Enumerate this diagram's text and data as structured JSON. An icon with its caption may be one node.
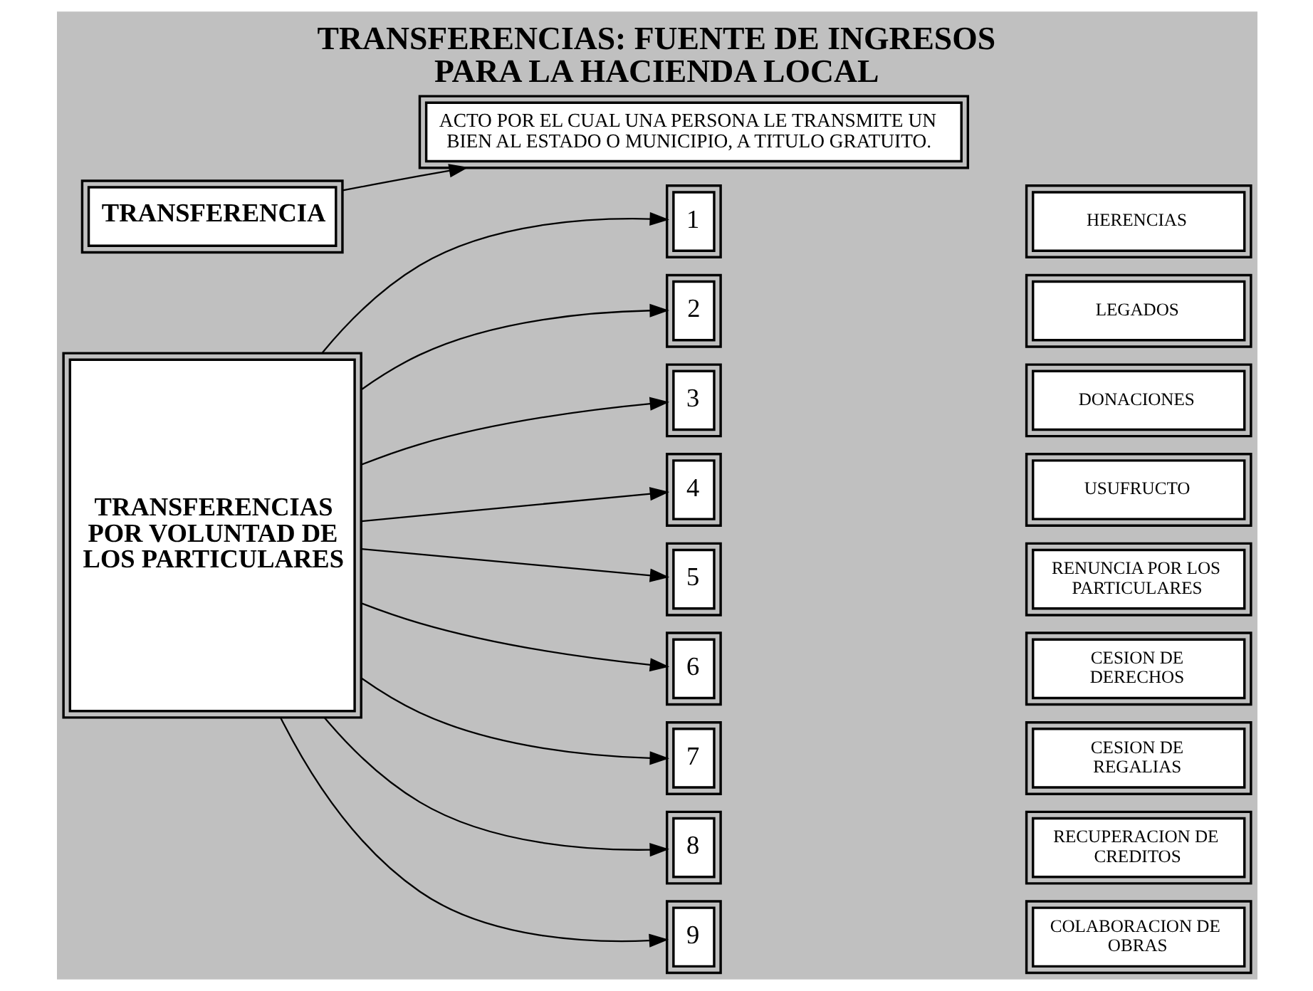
{
  "diagram": {
    "title": "TRANSFERENCIAS: FUENTE DE INGRESOS PARA LA HACIENDA LOCAL",
    "nodes": [
      {
        "text": [
          "TRANSFERENCIA"
        ]
      },
      {
        "text": [
          "ACTO POR EL CUAL UNA PERSONA LE TRANSMITE UN BIEN AL ESTADO O MUNICIPIO, A TITULO GRATUITO."
        ]
      },
      {
        "text": [
          "TRANSFERENCIAS POR VOLUNTAD DE LOS PARTICULARES"
        ]
      },
      {
        "text": [
          "1"
        ]
      },
      {
        "text": [
          "HERENCIAS"
        ]
      },
      {
        "text": [
          "2"
        ]
      },
      {
        "text": [
          "LEGADOS"
        ]
      },
      {
        "text": [
          "3"
        ]
      },
      {
        "text": [
          "DONACIONES"
        ]
      },
      {
        "text": [
          "4"
        ]
      },
      {
        "text": [
          "USUFRUCTO"
        ]
      },
      {
        "text": [
          "5"
        ]
      },
      {
        "text": [
          "RENUNCIA POR LOS PARTICULARES"
        ]
      },
      {
        "text": [
          "6"
        ]
      },
      {
        "text": [
          "CESION DE DERECHOS"
        ]
      },
      {
        "text": [
          "7"
        ]
      },
      {
        "text": [
          "CESION DE REGALIAS"
        ]
      },
      {
        "text": [
          "8"
        ]
      },
      {
        "text": [
          "RECUPERACION DE CREDITOS"
        ]
      },
      {
        "text": [
          "9"
        ]
      },
      {
        "text": [
          "COLABORACION DE OBRAS"
        ]
      }
    ],
    "edges": [
      {
        "from": 0,
        "to": 1,
        "arrow": "to"
      },
      {
        "from": 2,
        "to": 3,
        "arrow": "to"
      },
      {
        "from": 2,
        "to": 5,
        "arrow": "to"
      },
      {
        "from": 2,
        "to": 7,
        "arrow": "to"
      },
      {
        "from": 2,
        "to": 9,
        "arrow": "to"
      },
      {
        "from": 2,
        "to": 11,
        "arrow": "to"
      },
      {
        "from": 2,
        "to": 13,
        "arrow": "to"
      },
      {
        "from": 2,
        "to": 15,
        "arrow": "to"
      },
      {
        "from": 2,
        "to": 17,
        "arrow": "to"
      },
      {
        "from": 2,
        "to": 19,
        "arrow": "to"
      }
    ]
  }
}
